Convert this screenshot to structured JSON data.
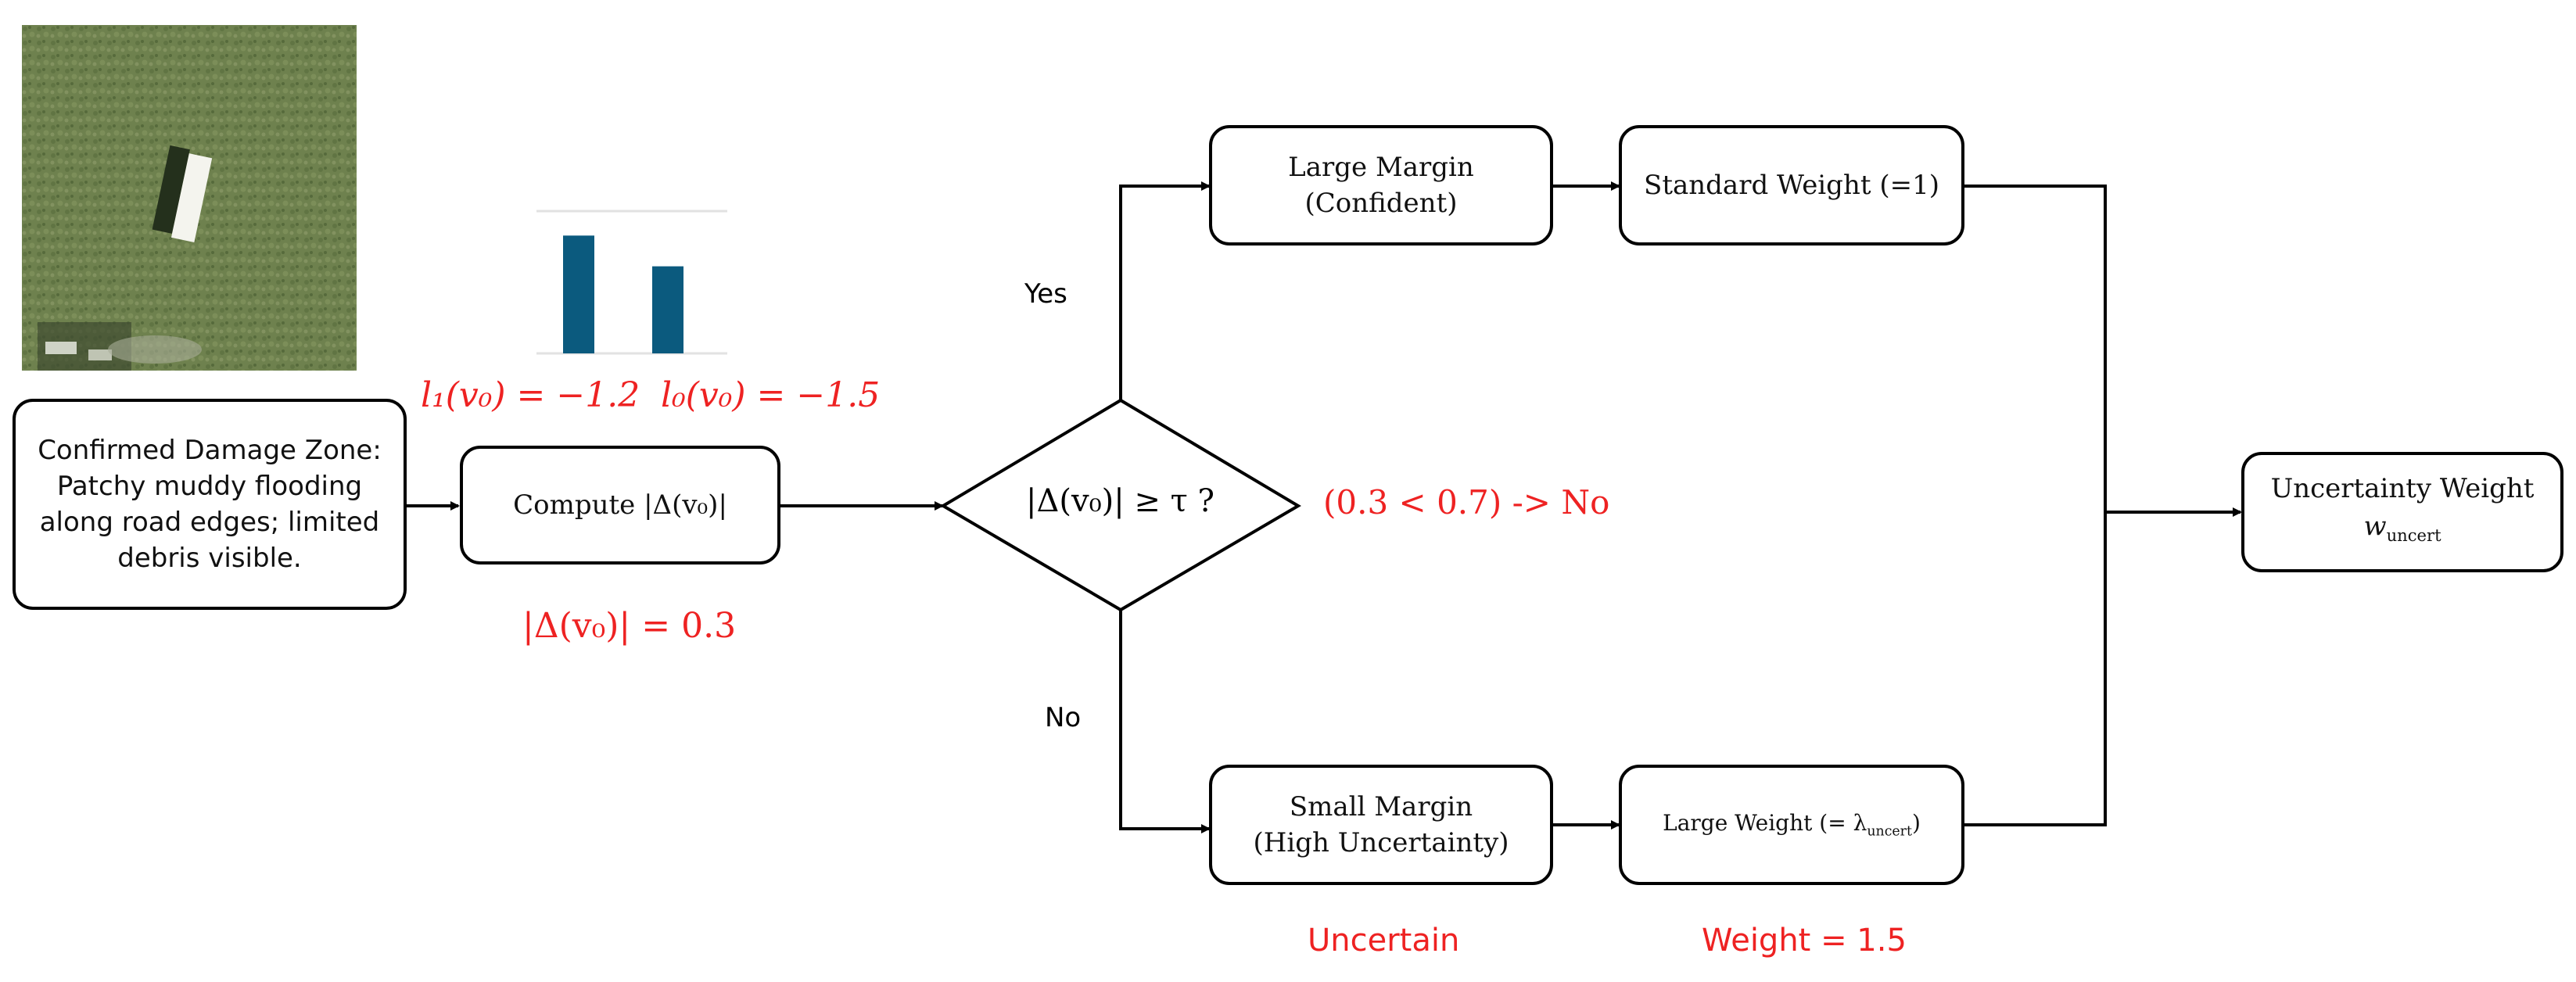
{
  "input_box": {
    "lines": [
      "Confirmed Damage Zone:",
      "Patchy muddy flooding",
      "along road edges; limited",
      "debris visible."
    ]
  },
  "logit_chart": {
    "values": [
      -1.2,
      -1.5
    ],
    "label_1": "l₁(v₀) = −1.2",
    "label_0": "l₀(v₀) = −1.5",
    "bar_color": "#0b5a7e"
  },
  "compute_box": {
    "label": "Compute |Δ(v₀)|"
  },
  "delta_value": "|Δ(v₀)| = 0.3",
  "decision": {
    "label": "|Δ(v₀)| ≥ τ ?",
    "annotation": "(0.3 < 0.7) -> No",
    "yes_label": "Yes",
    "no_label": "No"
  },
  "large_margin_box": {
    "line1": "Large Margin",
    "line2": "(Confident)"
  },
  "standard_weight_box": {
    "label": "Standard Weight (=1)"
  },
  "small_margin_box": {
    "line1": "Small Margin",
    "line2": "(High Uncertainty)"
  },
  "large_weight_box": {
    "label_main": "Large Weight (= λ",
    "label_sub": "uncert",
    "label_end": ")"
  },
  "uncertain_label": "Uncertain",
  "weight_value": "Weight = 1.5",
  "output_box": {
    "line1": "Uncertainty Weight",
    "symbol": "w",
    "symbol_sub": "uncert"
  },
  "colors": {
    "annotation": "#ee2222",
    "stroke": "#000000"
  }
}
